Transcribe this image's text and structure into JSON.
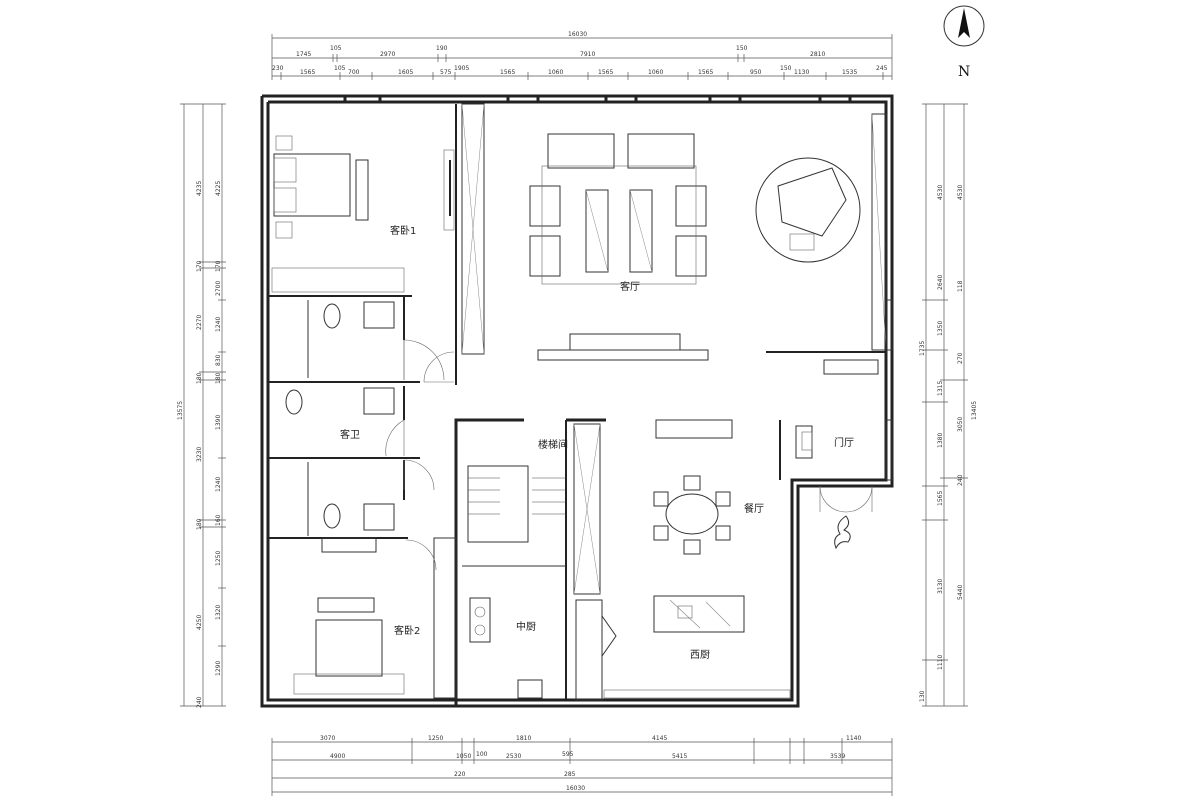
{
  "compass": {
    "label": "N"
  },
  "rooms": {
    "guest_bedroom_1": "客卧1",
    "living_room": "客厅",
    "guest_bathroom": "客卫",
    "foyer": "门厅",
    "stairwell": "楼梯间",
    "dining_room": "餐厅",
    "guest_bedroom_2": "客卧2",
    "chinese_kitchen": "中厨",
    "western_kitchen": "西厨"
  },
  "dimensions": {
    "top_total": "16030",
    "top_row1": [
      "1745",
      "105",
      "2970",
      "190",
      "7910",
      "150",
      "2810"
    ],
    "top_row2": [
      "230",
      "1565",
      "105",
      "700",
      "1605",
      "575",
      "1905",
      "1565",
      "1060",
      "1565",
      "1060",
      "1565",
      "950",
      "150",
      "1130",
      "1535",
      "245"
    ],
    "left_total": "13575",
    "left_row1": [
      "4235",
      "170",
      "2270",
      "180",
      "3230",
      "180",
      "4250",
      "240"
    ],
    "left_row2": [
      "4225",
      "170",
      "2700",
      "1240",
      "830",
      "180",
      "1390",
      "1240",
      "160",
      "1250",
      "1320",
      "1290"
    ],
    "right_total": "13405",
    "right_row1": [
      "4530",
      "118",
      "270",
      "3050",
      "240",
      "5440"
    ],
    "right_row2": [
      "4530",
      "2640",
      "1350",
      "1735",
      "1315",
      "1380",
      "1565",
      "3130",
      "1110",
      "130"
    ],
    "bottom_row1": [
      "3070",
      "1250",
      "100",
      "1810",
      "4145",
      "595",
      "1140"
    ],
    "bottom_row2": [
      "4900",
      "1050",
      "2530",
      "5415",
      "3539"
    ],
    "bottom_row3": [
      "220",
      "285"
    ],
    "bottom_total": "16030"
  }
}
